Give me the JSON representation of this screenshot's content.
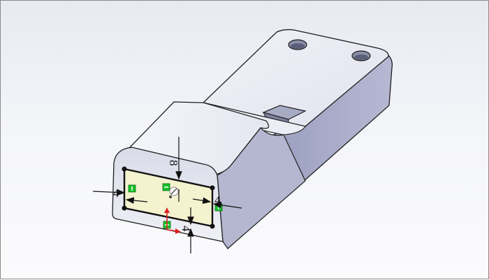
{
  "app": {
    "view": "cad-3d-viewport",
    "mode": "sketch-on-face"
  },
  "sketch": {
    "profile": "rectangle",
    "fill_color": "#f4f2cf",
    "line_color": "#111111",
    "relation_color": "#18c22a",
    "origin_arrow_color": "#e02020"
  },
  "dimensions": {
    "left": "4",
    "right": "4",
    "top": "8",
    "bottom": "4"
  },
  "model": {
    "face_color": "#b9bdd2",
    "top_color": "#e6e8f1",
    "side_color": "#9fa3c4",
    "edge_color": "#1e1e1e"
  }
}
